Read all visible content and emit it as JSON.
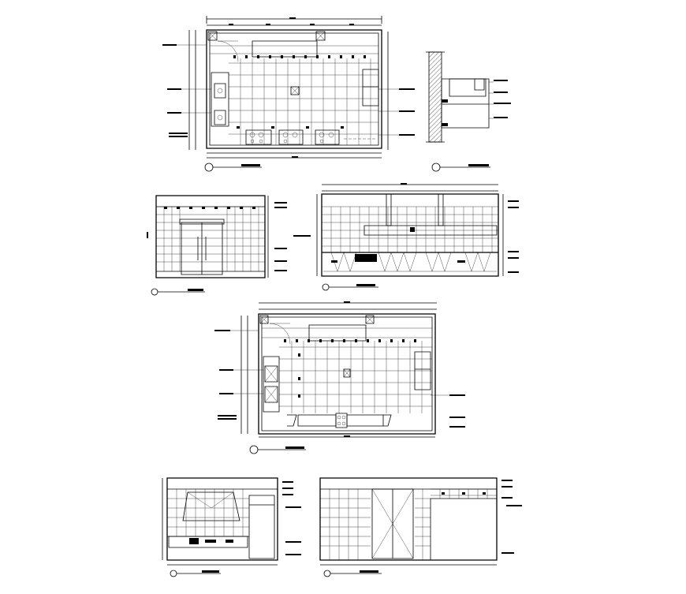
{
  "drawing": {
    "views": [
      {
        "id": "kitchen-plan-1",
        "kind": "plan",
        "marker": "",
        "title": ""
      },
      {
        "id": "wall-section",
        "kind": "section",
        "marker": "",
        "title": ""
      },
      {
        "id": "elevation-1",
        "kind": "elevation",
        "marker": "",
        "title": ""
      },
      {
        "id": "elevation-2",
        "kind": "elevation",
        "marker": "",
        "title": ""
      },
      {
        "id": "kitchen-plan-2",
        "kind": "plan",
        "marker": "",
        "title": ""
      },
      {
        "id": "elevation-3",
        "kind": "elevation",
        "marker": "",
        "title": ""
      },
      {
        "id": "elevation-4",
        "kind": "elevation",
        "marker": "",
        "title": ""
      }
    ],
    "line_color": "#000000",
    "background_color": "#ffffff"
  }
}
